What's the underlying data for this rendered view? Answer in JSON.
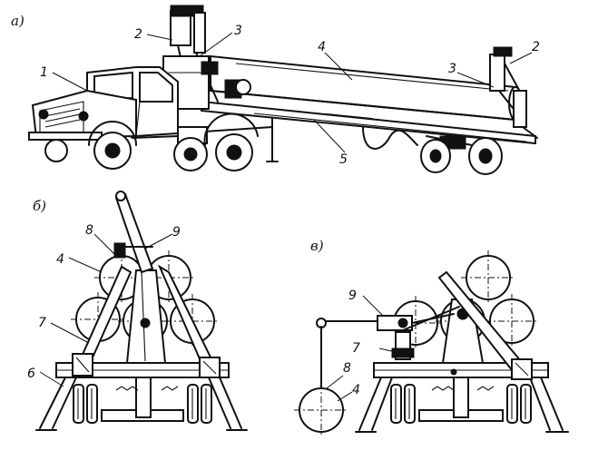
{
  "panels": {
    "a": {
      "label": "а)",
      "callouts": {
        "truck": "1",
        "crane_front": "2",
        "boom_front": "3",
        "pipe": "4",
        "trailer_frame": "5",
        "crane_rear": "2",
        "boom_rear": "3"
      }
    },
    "b": {
      "label": "б)",
      "callouts": {
        "pipe": "4",
        "support": "6",
        "column": "7",
        "grip": "8",
        "arm": "9"
      }
    },
    "v": {
      "label": "в)",
      "callouts": {
        "arm": "9",
        "grip": "8",
        "pipe": "4",
        "column": "7"
      }
    }
  }
}
